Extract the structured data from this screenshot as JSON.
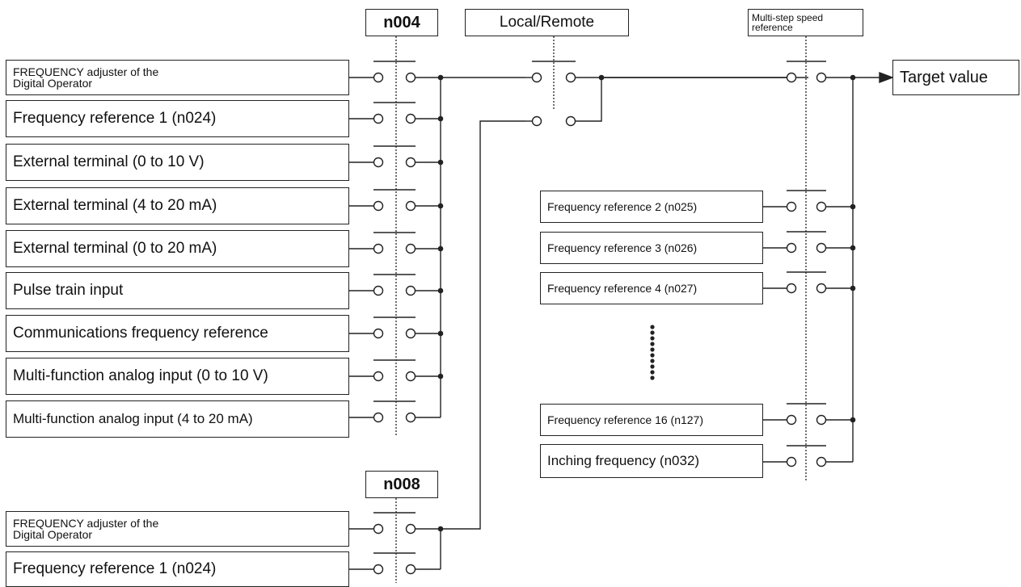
{
  "switches": {
    "n004": "n004",
    "local_remote": "Local/Remote",
    "multi_step_line1": "Multi-step speed",
    "multi_step_line2": "reference",
    "n008": "n008"
  },
  "n004_inputs": {
    "freq_adjuster_line1": "FREQUENCY adjuster of the",
    "freq_adjuster_line2": "Digital Operator",
    "freq_ref1": "Frequency reference 1 (n024)",
    "ext_0_10v": "External terminal (0 to 10 V)",
    "ext_4_20ma": "External terminal (4 to 20 mA)",
    "ext_0_20ma": "External terminal (0 to 20 mA)",
    "pulse_train": "Pulse train input",
    "comm_freq": "Communications frequency reference",
    "mf_analog_0_10v": "Multi-function analog input (0 to 10 V)",
    "mf_analog_4_20ma": "Multi-function analog input (4 to 20 mA)"
  },
  "n008_inputs": {
    "freq_adjuster_line1": "FREQUENCY adjuster of the",
    "freq_adjuster_line2": "Digital Operator",
    "freq_ref1": "Frequency reference 1 (n024)"
  },
  "multi_step_inputs": {
    "freq_ref2": "Frequency reference 2 (n025)",
    "freq_ref3": "Frequency reference 3 (n026)",
    "freq_ref4": "Frequency reference 4 (n027)",
    "freq_ref16": "Frequency reference 16 (n127)",
    "inching": "Inching frequency (n032)"
  },
  "output": {
    "target": "Target value"
  },
  "colors": {
    "line": "#222222",
    "background": "#ffffff"
  }
}
